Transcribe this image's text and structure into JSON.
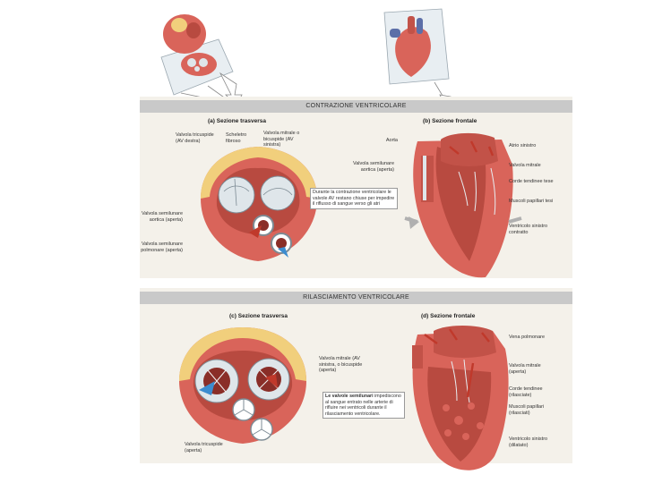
{
  "panel_top": {
    "header": "CONTRAZIONE VENTRICOLARE",
    "sub_a": "(a) Sezione trasversa",
    "sub_b": "(b) Sezione frontale",
    "labels_a": {
      "tricuspid": "Valvola tricuspide (AV destra)",
      "skeleton": "Scheletro fibroso",
      "mitral": "Valvola mitrale o bicuspide (AV sinistra)",
      "aortic": "Valvola semilunare aortica (aperta)",
      "pulmonary": "Valvola semilunare polmonare (aperta)"
    },
    "callout_a": "Durante la contrazione ventricolare le valvole AV restano chiuse per impedire il riflusso di sangue verso gli atri",
    "labels_b": {
      "aorta": "Aorta",
      "aortic_valve": "Valvola semilunare aortica (aperta)",
      "left_atrium": "Atrio sinistro",
      "mitral_valve": "Valvola mitrale",
      "chordae": "Corde tendinee tese",
      "papillary": "Muscoli papillari tesi",
      "left_ventricle": "Ventricolo sinistro contratto"
    }
  },
  "panel_bottom": {
    "header": "RILASCIAMENTO VENTRICOLARE",
    "sub_c": "(c) Sezione trasversa",
    "sub_d": "(d) Sezione frontale",
    "labels_c": {
      "mitral": "Valvola mitrale (AV sinistra, o bicuspide (aperta)",
      "tricuspid": "Valvola tricuspide (aperta)"
    },
    "callout_c_bold": "Le valvole semilunari",
    "callout_c": "impediscono al sangue entrato nelle arterie di rifluire nei ventricoli durante il rilasciamento ventricolare.",
    "labels_d": {
      "pulm_vein": "Vena polmonare",
      "mitral_valve": "Valvola mitrale (aperta)",
      "chordae": "Corde tendinee (rilasciate)",
      "papillary": "Muscoli papillari (rilasciati)",
      "left_ventricle": "Ventricolo sinistro (dilatato)"
    }
  },
  "colors": {
    "muscle": "#d9645a",
    "muscle_dark": "#a8342c",
    "fat": "#f1cf7c",
    "valve": "#dfe6ea",
    "blood_blue": "#3c8ccf",
    "header_gray": "#c9c9c9",
    "panel_bg": "#f4f1ea"
  }
}
